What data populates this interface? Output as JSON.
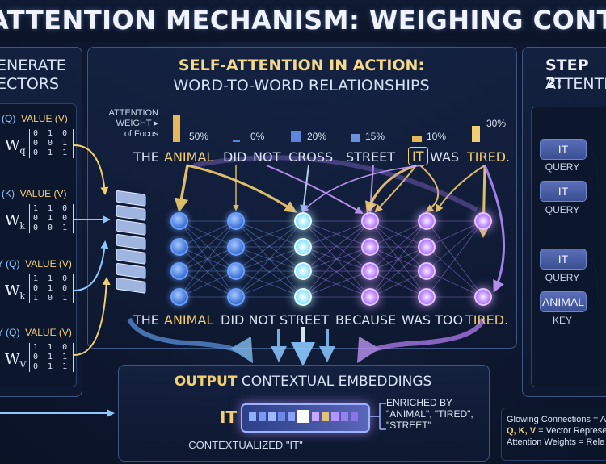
{
  "title": "ATTENTION MECHANISM: WEIGHING CONTEXTUAL RELATIONSHIPS",
  "left_panel": {
    "heading_line1": "ENERATE",
    "heading_line2": "ECTORS",
    "rows": [
      {
        "left_label": "(Q)",
        "value_label": "VALUE (V)",
        "w_base": "W",
        "w_sub": "q",
        "matrix": [
          "0 1 0",
          "0 0 1",
          "0 1 1"
        ]
      },
      {
        "left_label": "(K)",
        "value_label": "VALUE (V)",
        "w_base": "W",
        "w_sub": "k",
        "matrix": [
          "1 1 0",
          "0 1 0",
          "0 0 1"
        ]
      },
      {
        "left_label": "Y (Q)",
        "value_label": "VALUE (V)",
        "w_base": "W",
        "w_sub": "k",
        "matrix": [
          "1 1 0",
          "0 1 0",
          "1 0 1"
        ]
      },
      {
        "left_label": "Y (Q)",
        "value_label": "VALUE (V)",
        "w_base": "W",
        "w_sub": "V",
        "matrix": [
          "1 1 0",
          "0 1 1",
          "0 1 1"
        ]
      }
    ]
  },
  "center": {
    "heading1": "SELF-ATTENTION IN ACTION:",
    "heading2": "WORD-TO-WORD RELATIONSHIPS",
    "weight_label_lines": [
      "ATTENTION",
      "WEIGHT ▸",
      "of Focus"
    ],
    "top_words": [
      {
        "text": "THE",
        "highlight": false
      },
      {
        "text": "ANIMAL",
        "highlight": true,
        "weight": "50%",
        "weight_value": 50
      },
      {
        "text": "DID",
        "highlight": false,
        "weight": "0%",
        "weight_value": 0
      },
      {
        "text": "NOT",
        "highlight": false
      },
      {
        "text": "CROSS",
        "highlight": false,
        "weight": "20%",
        "weight_value": 20
      },
      {
        "text": "STREET",
        "highlight": false,
        "weight": "15%",
        "weight_value": 15
      },
      {
        "text": "IT",
        "highlight": true,
        "boxed": true,
        "weight": "10%",
        "weight_value": 10
      },
      {
        "text": "WAS",
        "highlight": false
      },
      {
        "text": "TIRED.",
        "highlight": true,
        "weight": "30%",
        "weight_value": 30
      }
    ],
    "bottom_words": [
      {
        "text": "THE",
        "highlight": false
      },
      {
        "text": "ANIMAL",
        "highlight": true
      },
      {
        "text": "DID NOT",
        "highlight": false
      },
      {
        "text": "STREET",
        "highlight": false
      },
      {
        "text": "BECAUSE",
        "highlight": false
      },
      {
        "text": "WAS TOO",
        "highlight": false
      },
      {
        "text": "TIRED.",
        "highlight": true
      }
    ]
  },
  "output": {
    "heading_bold": "OUTPUT",
    "heading_rest": " CONTEXTUAL EMBEDDINGS",
    "token": "IT",
    "caption": "CONTEXTUALIZED \"IT\"",
    "enriched_lines": [
      "ENRICHED BY",
      "\"ANIMAL\", \"TIRED\",",
      "\"STREET\""
    ]
  },
  "right_panel": {
    "heading_line1": "STEP 2:",
    "heading_line2": "ATTENTI",
    "pills": [
      {
        "text": "IT",
        "caption": "QUERY"
      },
      {
        "text": "IT",
        "caption": "QUERY"
      },
      {
        "text": "IT",
        "caption": "QUERY"
      },
      {
        "text": "ANIMAL",
        "caption": "KEY"
      }
    ]
  },
  "legend": {
    "line1": "Glowing Connections = A",
    "line2_bold": "Q, K, V",
    "line2_rest": " = Vector Represe",
    "line3": "Attention Weights = Rele"
  },
  "colors": {
    "gold": "#f3cf6e",
    "blue_node": "#5b8ff0",
    "white_node": "#e9fbff",
    "violet_node": "#c08cff",
    "background": "#0e1830"
  },
  "icons": {
    "input_stack": "stacked-vector-icon",
    "arrow": "arrow-icon"
  }
}
